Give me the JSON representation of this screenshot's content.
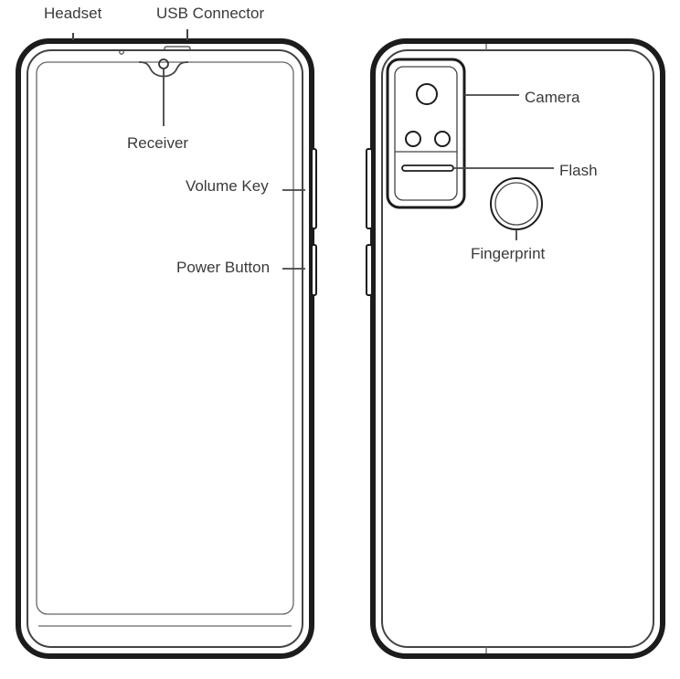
{
  "labels": {
    "headset": "Headset",
    "usb_connector": "USB Connector",
    "receiver": "Receiver",
    "volume_key": "Volume Key",
    "power_button": "Power Button",
    "camera": "Camera",
    "flash": "Flash",
    "fingerprint": "Fingerprint"
  },
  "colors": {
    "line": "#1c1c1c",
    "text": "#3a3a3a",
    "background": "#ffffff"
  }
}
